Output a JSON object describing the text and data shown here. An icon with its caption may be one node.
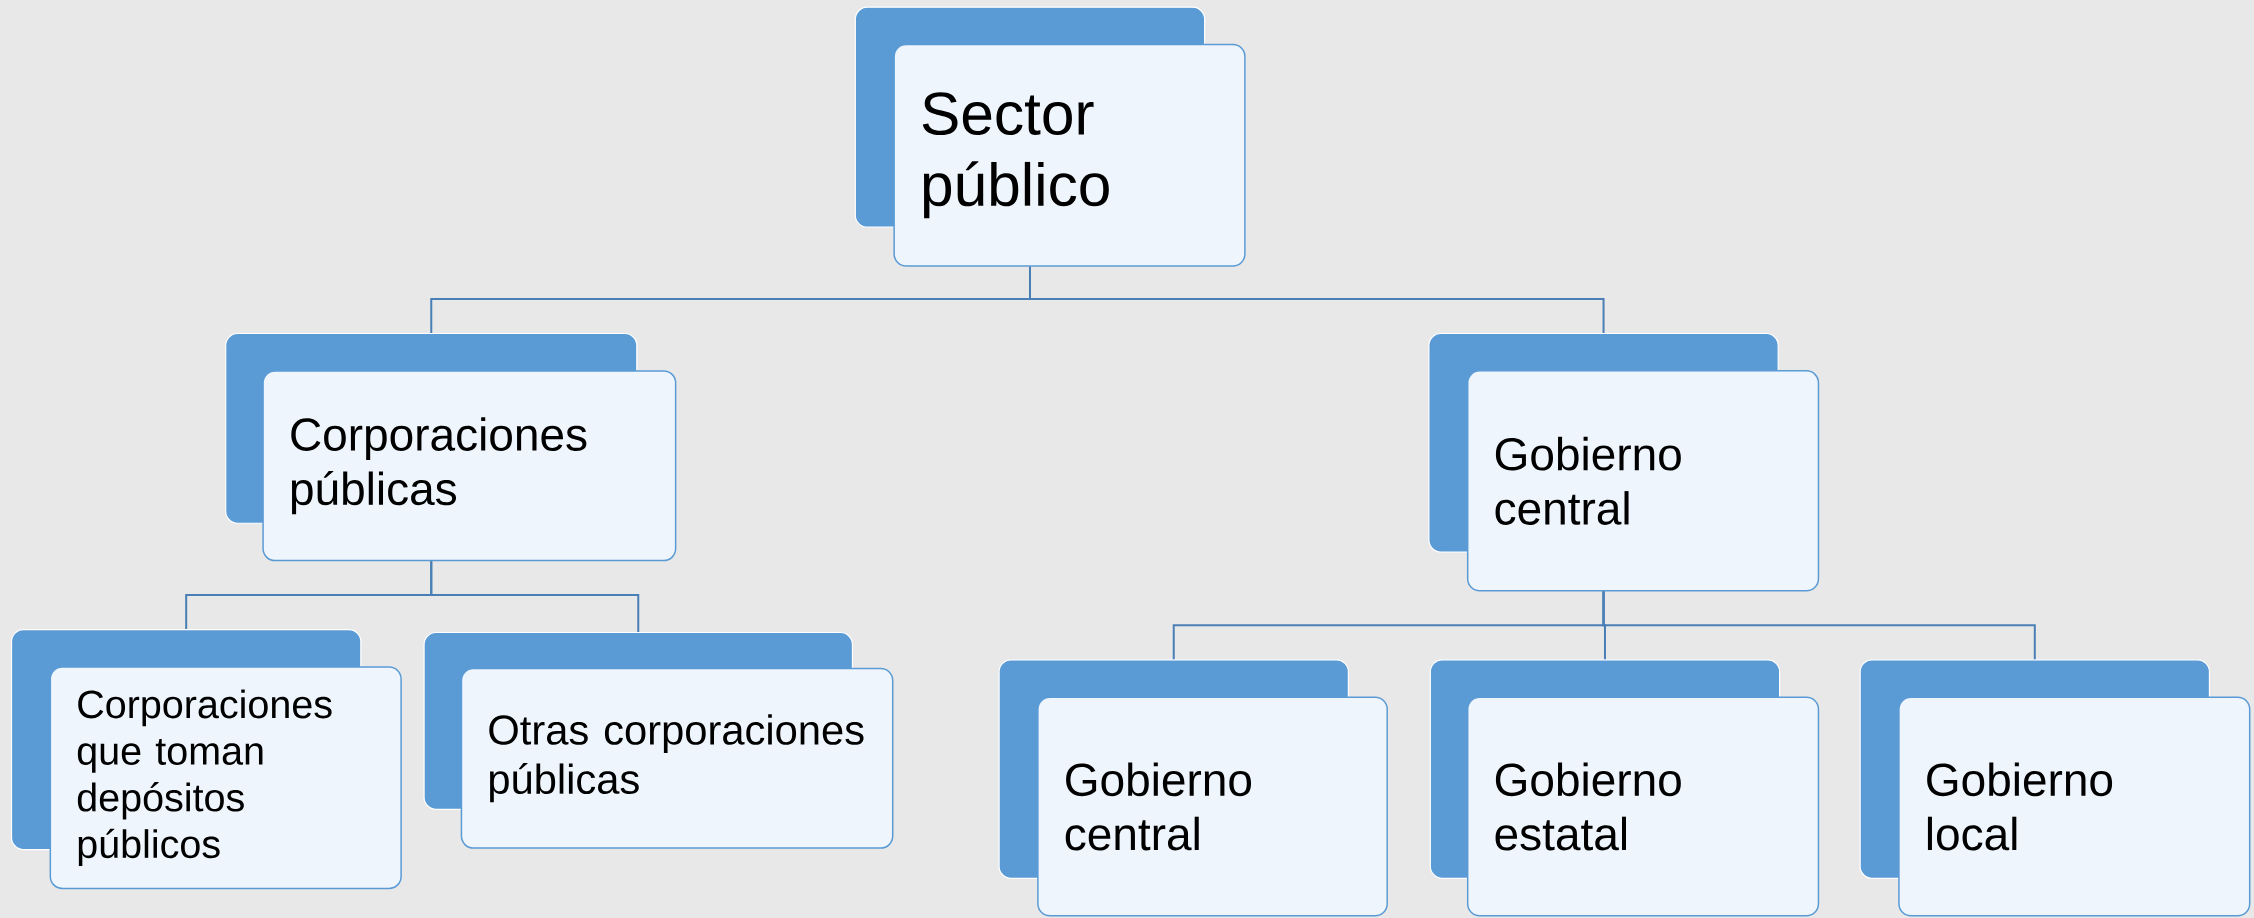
{
  "diagram": {
    "nodes": [
      {
        "text": [
          "Sector público"
        ]
      },
      {
        "text": [
          "Corporaciones públicas"
        ]
      },
      {
        "text": [
          "Gobierno central"
        ]
      },
      {
        "text": [
          "Corporaciones que toman depósitos públicos"
        ]
      },
      {
        "text": [
          "Otras corporaciones públicas"
        ]
      },
      {
        "text": [
          "Gobierno central"
        ]
      },
      {
        "text": [
          "Gobierno estatal"
        ]
      },
      {
        "text": [
          "Gobierno local"
        ]
      }
    ],
    "edges": [
      {
        "from": 0,
        "to": 1,
        "arrow": "none"
      },
      {
        "from": 0,
        "to": 2,
        "arrow": "none"
      },
      {
        "from": 1,
        "to": 3,
        "arrow": "none"
      },
      {
        "from": 1,
        "to": 4,
        "arrow": "none"
      },
      {
        "from": 2,
        "to": 5,
        "arrow": "none"
      },
      {
        "from": 2,
        "to": 6,
        "arrow": "none"
      },
      {
        "from": 2,
        "to": 7,
        "arrow": "none"
      }
    ]
  }
}
